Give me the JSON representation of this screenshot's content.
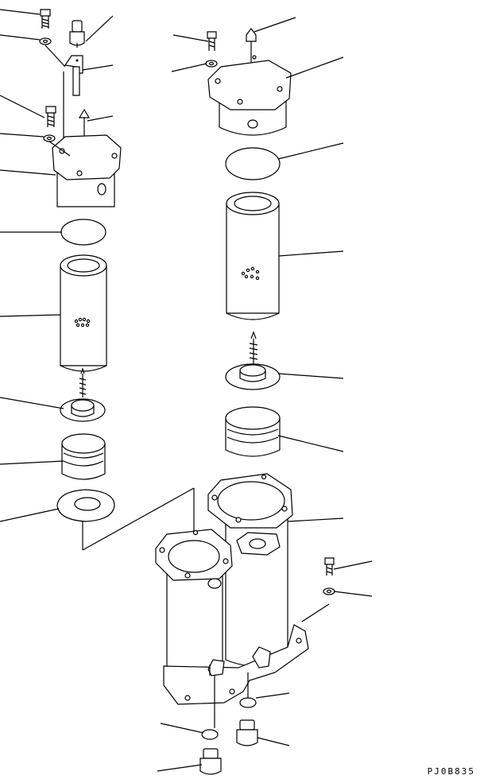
{
  "figure": {
    "drawing_code": "PJ0B835"
  },
  "parts": {
    "left_filter": [
      "bolt",
      "washer",
      "sensor",
      "bracket",
      "bolt",
      "washer",
      "cover",
      "o-ring",
      "element",
      "spring-seat",
      "spring",
      "gasket"
    ],
    "right_filter": [
      "bolt",
      "washer",
      "sensor",
      "cover",
      "o-ring",
      "element",
      "spring-seat",
      "spring",
      "housing",
      "bolt",
      "washer",
      "drain-plug",
      "drain-plug"
    ]
  }
}
